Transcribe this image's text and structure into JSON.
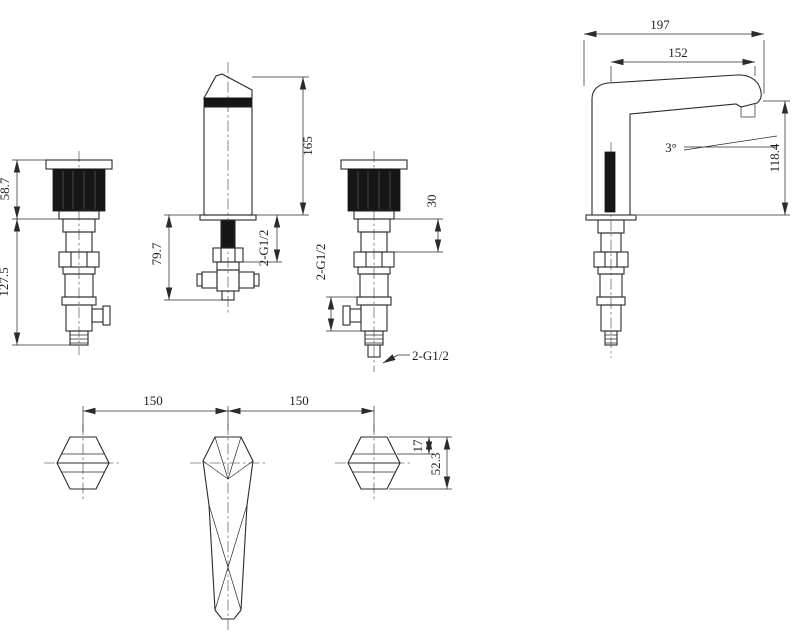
{
  "drawing": {
    "background": "#ffffff",
    "line_color": "#2b2b2b"
  },
  "dims": {
    "d197": "197",
    "d152": "152",
    "d3": "3°",
    "d118_4": "118.4",
    "d165": "165",
    "d58_7": "58.7",
    "d127_5": "127.5",
    "d79_7": "79.7",
    "d30": "30",
    "g12_center": "2-G1/2",
    "g12_right": "2-G1/2",
    "g12_leader": "2-G1/2",
    "d150_left": "150",
    "d150_right": "150",
    "d17": "17",
    "d52_3": "52.3"
  }
}
